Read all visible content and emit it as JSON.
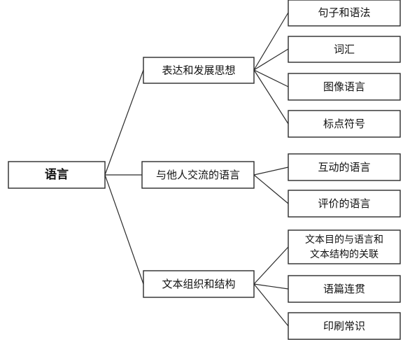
{
  "root": {
    "label": "语言"
  },
  "branches": [
    {
      "label": "表达和发展思想",
      "children": [
        "句子和语法",
        "词汇",
        "图像语言",
        "标点符号"
      ]
    },
    {
      "label": "与他人交流的语言",
      "children": [
        "互动的语言",
        "评价的语言"
      ]
    },
    {
      "label": "文本组织和结构",
      "children": [
        [
          "文本目的与语言和",
          "文本结构的关联"
        ],
        "语篇连贯",
        "印刷常识"
      ]
    }
  ],
  "colors": {
    "line": "#2b2b2b",
    "box_border": "#2b2b2b",
    "text": "#111111",
    "background": "#ffffff"
  }
}
